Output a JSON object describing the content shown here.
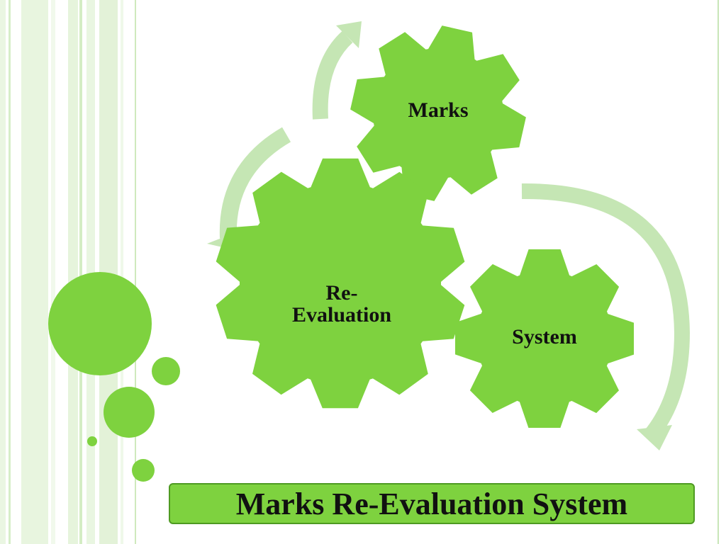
{
  "slide": {
    "title": "Marks Re-Evaluation System"
  },
  "diagram": {
    "gears": [
      {
        "id": "marks",
        "label": "Marks"
      },
      {
        "id": "re-evaluation",
        "label": "Re-\nEvaluation"
      },
      {
        "id": "system",
        "label": "System"
      }
    ]
  },
  "colors": {
    "gear_fill": "#7ed23f",
    "arrow_fill": "#c5e6b4",
    "stripe_light": "#eaf6e2",
    "stripe_mid": "#d6eec8",
    "title_border": "#4e9a22"
  },
  "icons": {
    "gear": "gear-icon",
    "arrow": "curved-arrow-icon"
  }
}
